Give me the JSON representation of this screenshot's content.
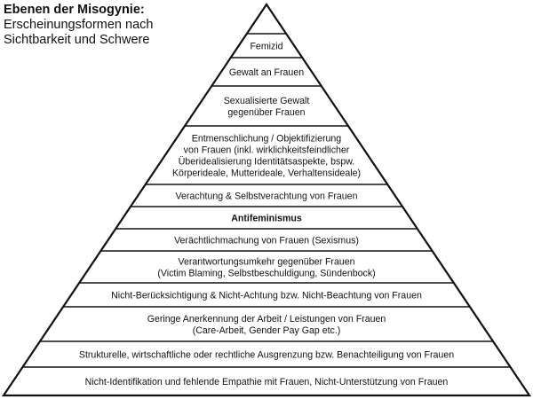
{
  "header": {
    "title": "Ebenen der Misogynie:",
    "subtitle": "Erscheinungsformen nach\nSichtbarkeit und Schwere"
  },
  "levels": [
    {
      "lines": [
        "Femizid"
      ]
    },
    {
      "lines": [
        "Gewalt an Frauen"
      ]
    },
    {
      "lines": [
        "Sexualisierte Gewalt",
        "gegenüber Frauen"
      ]
    },
    {
      "lines": [
        "Entmenschlichung / Objektifizierung",
        "von Frauen (inkl. wirklichkeitsfeindlicher",
        "Überidealisierung Identitätsaspekte, bspw.",
        "Körperideale, Mutterideale, Verhaltensideale)"
      ]
    },
    {
      "lines": [
        "Verachtung & Selbstverachtung von Frauen"
      ]
    },
    {
      "lines": [
        "Antifeminismus"
      ]
    },
    {
      "lines": [
        "Verächtlichmachung von Frauen (Sexismus)"
      ]
    },
    {
      "lines": [
        "Verantwortungsumkehr gegenüber Frauen",
        "(Victim Blaming, Selbstbeschuldigung, Sündenbock)"
      ]
    },
    {
      "lines": [
        "Nicht-Berücksichtigung & Nicht-Achtung bzw. Nicht-Beachtung von Frauen"
      ]
    },
    {
      "lines": [
        "Geringe Anerkennung der Arbeit / Leistungen von Frauen",
        "(Care-Arbeit, Gender Pay Gap etc.)"
      ]
    },
    {
      "lines": [
        "Strukturelle, wirtschaftliche oder rechtliche Ausgrenzung bzw. Benachteiligung von Frauen"
      ]
    },
    {
      "lines": [
        "Nicht-Identifikation und fehlende Empathie mit Frauen, Nicht-Unterstützung von Frauen"
      ]
    }
  ],
  "colors": {
    "outline": "#111111",
    "text": "#111111",
    "background": "#ffffff"
  }
}
